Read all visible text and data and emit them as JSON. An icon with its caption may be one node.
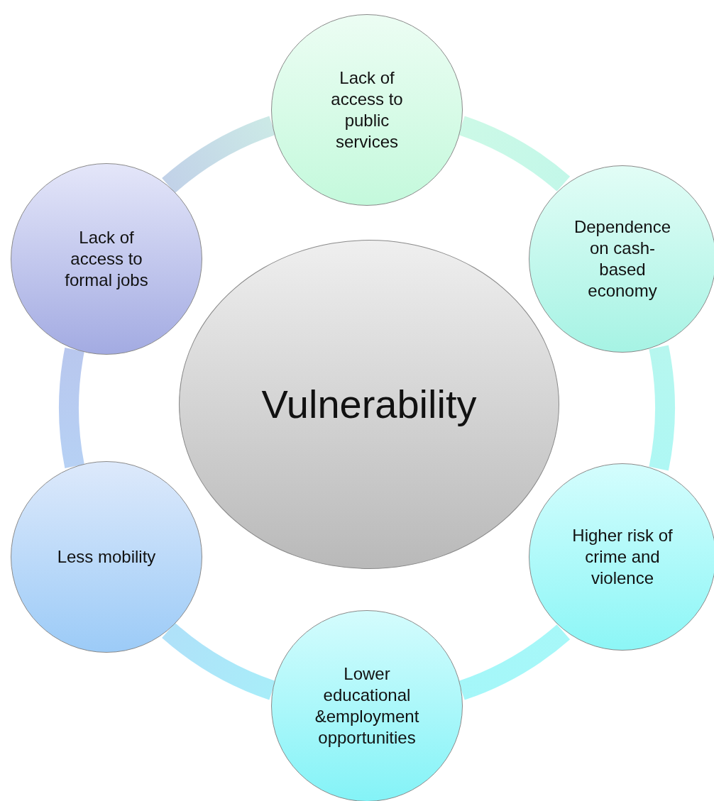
{
  "diagram": {
    "nodes": [
      {
        "text": [
          "Lack of access to public services"
        ]
      },
      {
        "text": [
          "Lack of access to formal jobs"
        ]
      },
      {
        "text": [
          "Dependence on cash-based economy"
        ]
      },
      {
        "text": [
          "Vulnerability"
        ]
      },
      {
        "text": [
          "Less mobility"
        ]
      },
      {
        "text": [
          "Higher risk of crime and violence"
        ]
      },
      {
        "text": [
          "Lower educational &employment opportunities"
        ]
      }
    ],
    "edges": [
      {
        "from": 0,
        "to": 2,
        "arrow": "none"
      },
      {
        "from": 2,
        "to": 5,
        "arrow": "none"
      },
      {
        "from": 5,
        "to": 6,
        "arrow": "none"
      },
      {
        "from": 6,
        "to": 4,
        "arrow": "none"
      },
      {
        "from": 4,
        "to": 1,
        "arrow": "none"
      },
      {
        "from": 1,
        "to": 0,
        "arrow": "none"
      }
    ]
  }
}
